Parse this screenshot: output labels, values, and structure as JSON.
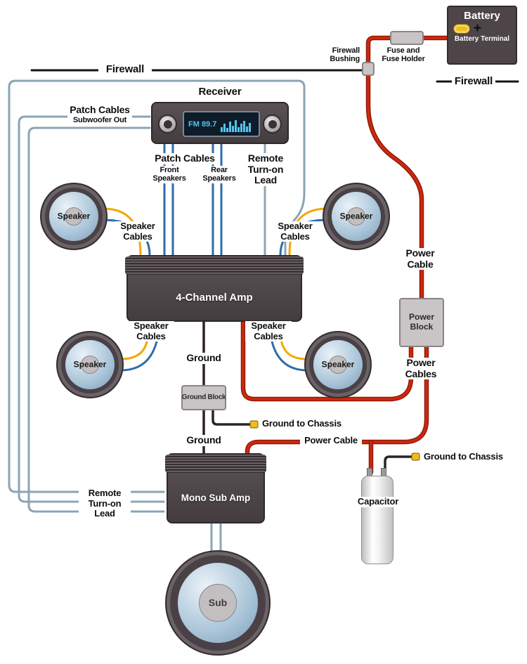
{
  "components": {
    "battery": {
      "label": "Battery",
      "terminal_label": "Battery Terminal",
      "plus_sign": "+"
    },
    "fuse_holder": {
      "label": "Fuse and Fuse Holder"
    },
    "firewall_bushing": {
      "label": "Firewall Bushing"
    },
    "firewall_left_label": "Firewall",
    "firewall_right_label": "Firewall",
    "receiver": {
      "label": "Receiver",
      "display_text": "FM 89.7"
    },
    "four_channel_amp": {
      "label": "4-Channel Amp"
    },
    "mono_sub_amp": {
      "label": "Mono Sub Amp"
    },
    "power_block": {
      "label": "Power Block"
    },
    "ground_block": {
      "label": "Ground Block"
    },
    "capacitor": {
      "label": "Capacitor"
    },
    "subwoofer": {
      "label": "Sub"
    },
    "speakers": {
      "front_left": "Speaker",
      "front_right": "Speaker",
      "rear_left": "Speaker",
      "rear_right": "Speaker"
    }
  },
  "wire_labels": {
    "patch_cables_subwoofer": {
      "title": "Patch Cables",
      "subtitle": "Subwoofer Out"
    },
    "patch_cables_title": "Patch Cables",
    "patch_front": "Front Speakers",
    "patch_rear": "Rear Speakers",
    "remote_turn_on_top": "Remote Turn-on Lead",
    "remote_turn_on_bottom": "Remote Turn-on Lead",
    "speaker_cables_front_left": "Speaker Cables",
    "speaker_cables_front_right": "Speaker Cables",
    "speaker_cables_rear_left": "Speaker Cables",
    "speaker_cables_rear_right": "Speaker Cables",
    "power_cable_main": "Power Cable",
    "power_cables_dist": "Power Cables",
    "power_cable_sub": "Power Cable",
    "ground_amp": "Ground",
    "ground_sub": "Ground",
    "ground_to_chassis_block": "Ground to Chassis",
    "ground_to_chassis_cap": "Ground to Chassis"
  },
  "colors": {
    "wire_red": "#cf2810",
    "wire_red_dark": "#8f1a06",
    "wire_steel": "#8ba4b6",
    "wire_blue": "#2e6da8",
    "wire_orange": "#f2a800",
    "wire_ground": "#2b2326",
    "firewall_line": "#141414",
    "box_dark": "#4d4548",
    "block_gray": "#c9c4c6",
    "terminal_yellow": "#eebc1e",
    "display_text_blue": "#56c3ee"
  }
}
